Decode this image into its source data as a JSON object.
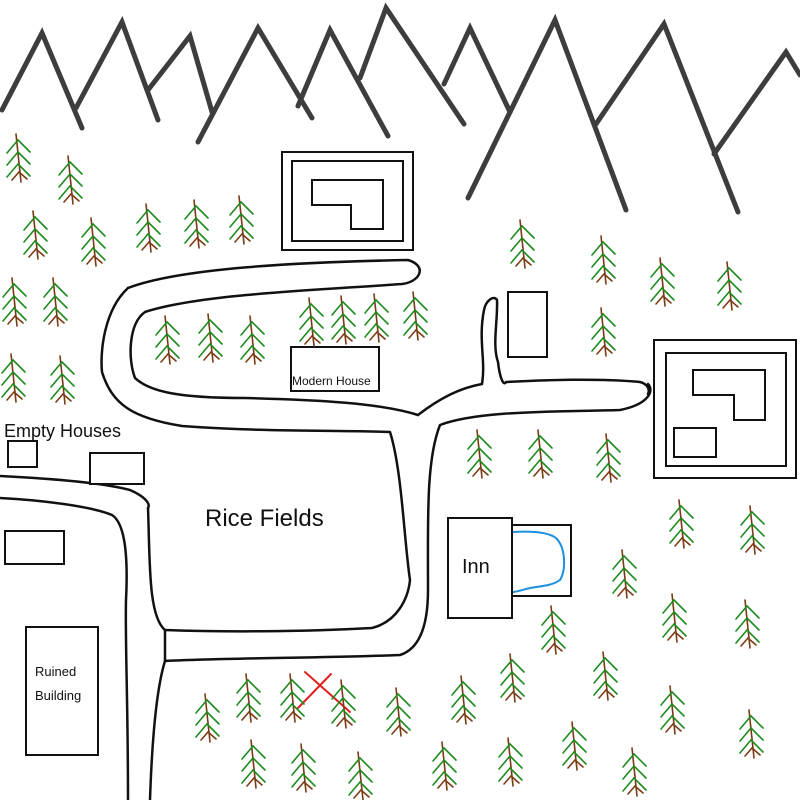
{
  "labels": {
    "empty_houses": "Empty Houses",
    "rice_fields": "Rice Fields",
    "modern_house": "Modern House",
    "inn": "Inn",
    "ruined_line1": "Ruined",
    "ruined_line2": "Building"
  },
  "colors": {
    "ink": "#111111",
    "mountain": "#3d3d3d",
    "tree_needles": "#1e8a1e",
    "tree_trunk": "#7a3b14",
    "pool": "#1e90e0",
    "x_mark": "#e02020"
  },
  "icons": {
    "tree": "pine-tree-icon",
    "mark": "x-mark-icon"
  }
}
